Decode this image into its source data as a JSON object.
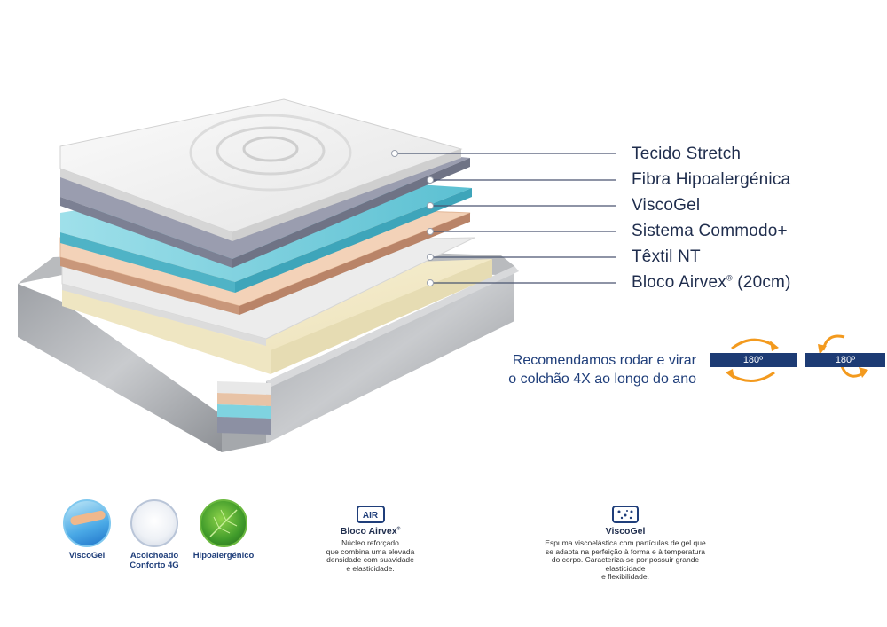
{
  "layers": [
    {
      "label": "Tecido Stretch"
    },
    {
      "label": "Fibra Hipoalergénica"
    },
    {
      "label": "ViscoGel"
    },
    {
      "label": "Sistema Commodo+"
    },
    {
      "label": "Têxtil NT"
    },
    {
      "label": "Bloco Airvex",
      "mark": "®",
      "suffix": " (20cm)"
    }
  ],
  "recommendation": {
    "line1": "Recomendamos rodar e virar",
    "line2": "o colchão 4X ao longo do ano",
    "rotate_label": "180º",
    "flip_label": "180º"
  },
  "features": [
    {
      "icon": "viscogel-icon",
      "label_line1": "ViscoGel",
      "label_line2": ""
    },
    {
      "icon": "padding-icon",
      "label_line1": "Acolchoado",
      "label_line2": "Conforto 4G"
    },
    {
      "icon": "leaf-icon",
      "label_line1": "Hipoalergénico",
      "label_line2": ""
    }
  ],
  "airvex": {
    "badge": "AIR",
    "title": "Bloco Airvex",
    "title_mark": "®",
    "desc_lines": [
      "Núcleo reforçado",
      "que combina uma elevada",
      "densidade com suavidade",
      "e elasticidade."
    ]
  },
  "viscogel": {
    "title": "ViscoGel",
    "desc_lines": [
      "Espuma viscoelástica com partículas de gel que",
      "se adapta na perfeição à forma e à temperatura",
      "do corpo. Caracteriza-se por possuir grande",
      "elasticidade",
      "e flexibilidade."
    ]
  },
  "colors": {
    "navy": "#1d3b74",
    "orange": "#f39a1e",
    "gel": "#7fd3e0",
    "foam": "#f3e9c6",
    "commodo": "#f3d2b8",
    "fiber": "#8c90a3",
    "ticking": "#c8cacd"
  }
}
